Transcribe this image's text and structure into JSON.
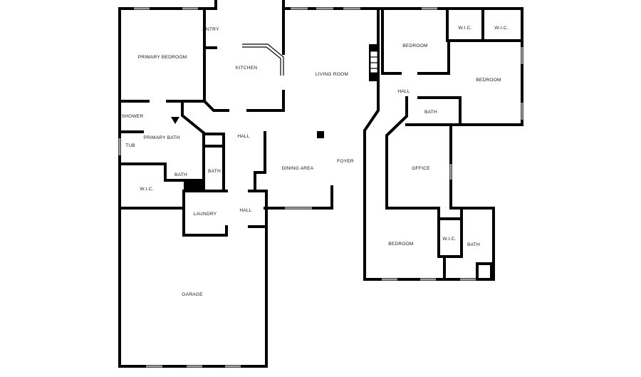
{
  "rooms": {
    "pantry": "ANTRY",
    "primary_bedroom": "PRIMARY BEDROOM",
    "kitchen": "KITCHEN",
    "living_room": "LIVING ROOM",
    "bedroom_top": "BEDROOM",
    "wic_top_left": "W.I.C.",
    "wic_top_right": "W.I.C.",
    "bedroom_right": "BEDROOM",
    "hall_right": "HALL",
    "bath_right": "BATH",
    "shower": "SHOWER",
    "primary_bath": "PRIMARY BATH",
    "tub": "TUB",
    "hall_center": "HALL",
    "dining_area": "DINING AREA",
    "foyer": "FOYER",
    "office": "OFFICE",
    "bath_small_left": "BATH",
    "bath_center": "BATH",
    "wic_primary": "W.I.C.",
    "laundry": "LAUNDRY",
    "hall_lower": "HALL",
    "bedroom_bottom": "BEDROOM",
    "wic_bottom": "W.I.C.",
    "bath_bottom": "BATH",
    "garage": "GARAGE"
  },
  "colors": {
    "wall": "#000000",
    "window": "#9a9a9a",
    "background": "#ffffff"
  }
}
